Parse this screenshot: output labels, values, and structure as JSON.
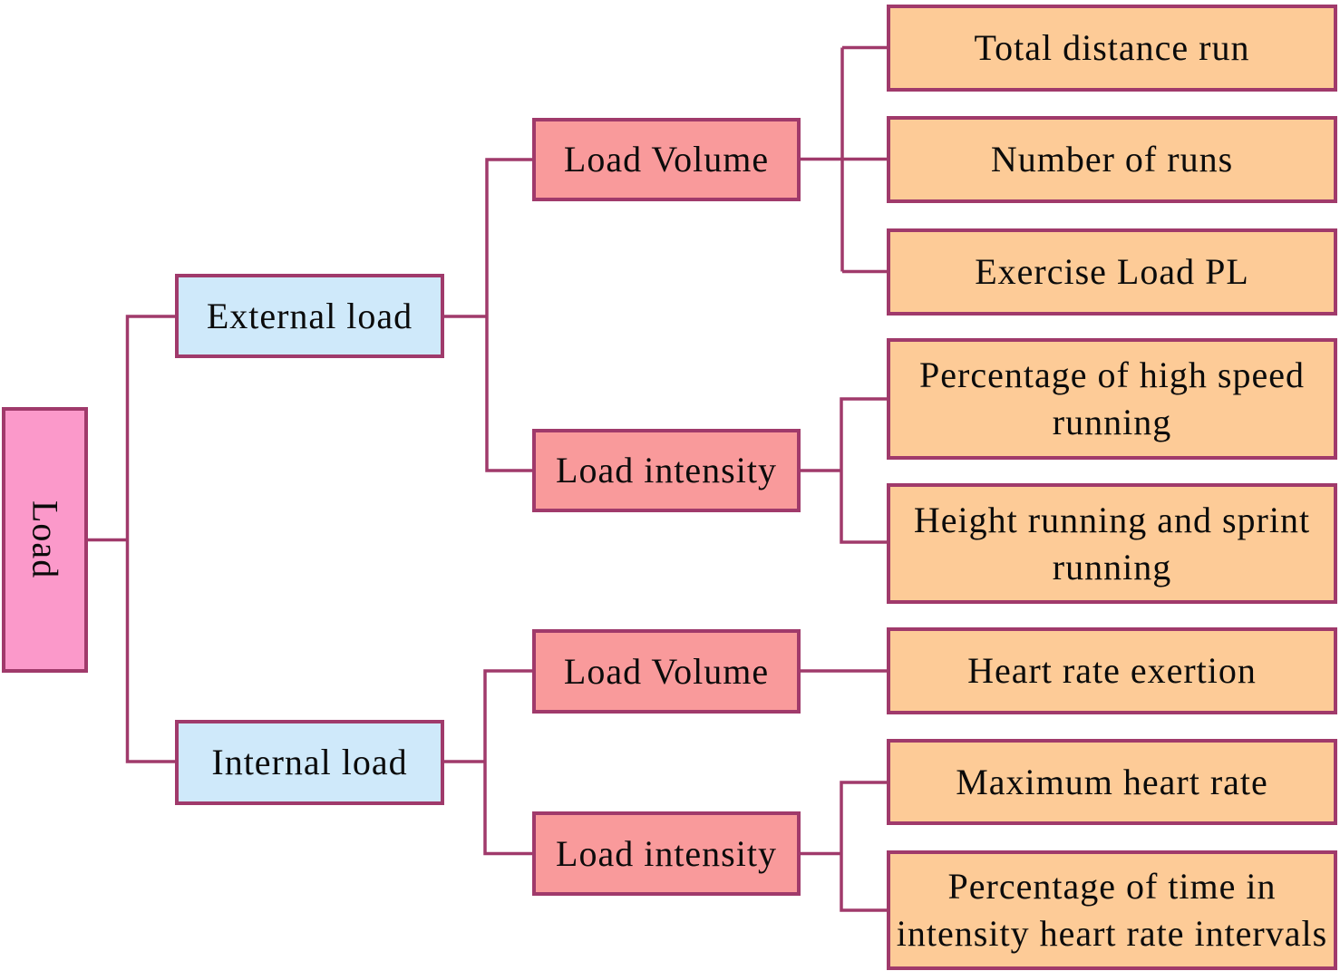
{
  "tree": {
    "root": {
      "label": "Load"
    },
    "branches": [
      {
        "label": "External load",
        "children": [
          {
            "label": "Load Volume",
            "leaves": [
              {
                "lines": [
                  "Total distance run"
                ]
              },
              {
                "lines": [
                  "Number of runs"
                ]
              },
              {
                "lines": [
                  "Exercise Load PL"
                ]
              }
            ]
          },
          {
            "label": "Load intensity",
            "leaves": [
              {
                "lines": [
                  "Percentage of high speed",
                  "running"
                ]
              },
              {
                "lines": [
                  "Height running and sprint",
                  "running"
                ]
              }
            ]
          }
        ]
      },
      {
        "label": "Internal load",
        "children": [
          {
            "label": "Load Volume",
            "leaves": [
              {
                "lines": [
                  "Heart rate exertion"
                ]
              }
            ]
          },
          {
            "label": "Load intensity",
            "leaves": [
              {
                "lines": [
                  "Maximum heart rate"
                ]
              },
              {
                "lines": [
                  "Percentage of time in",
                  "intensity heart rate intervals"
                ]
              }
            ]
          }
        ]
      }
    ]
  },
  "colors": {
    "connector_and_border": "#A03A6B",
    "root_fill": "#FB99CA",
    "branch_fill": "#CFE9FA",
    "category_fill": "#F99A9B",
    "leaf_fill": "#FDCB97",
    "text": "#0B0B0B"
  }
}
